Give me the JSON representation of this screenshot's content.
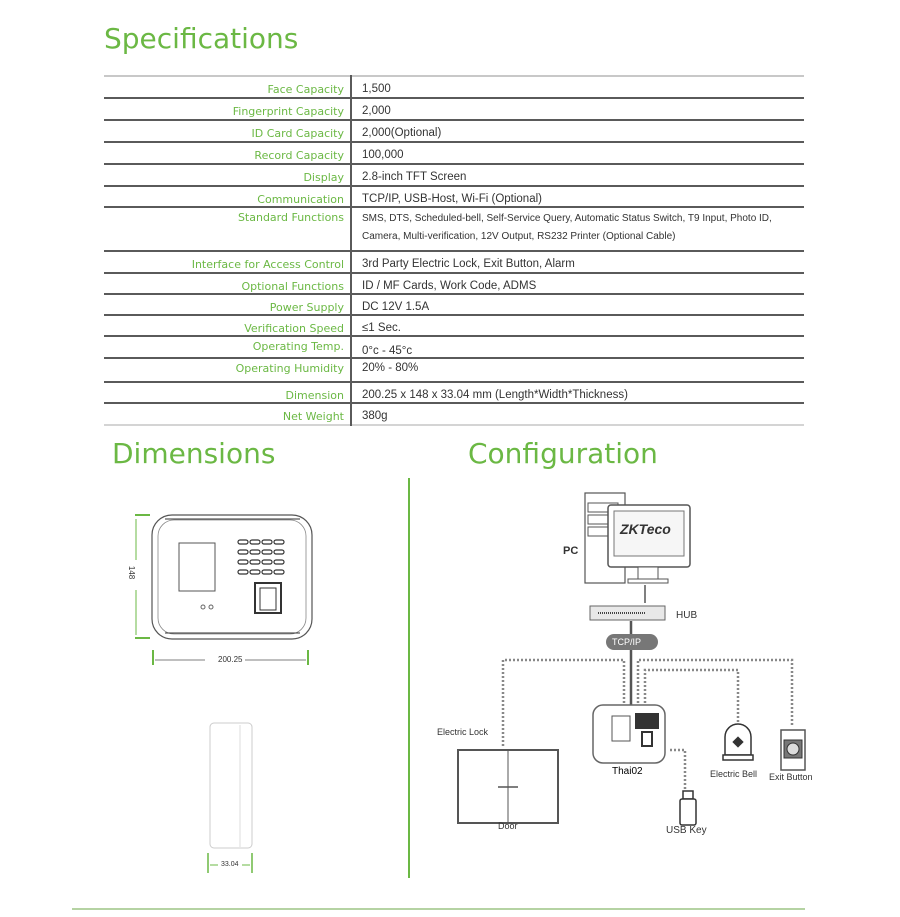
{
  "sections": {
    "specifications": "Specifications",
    "dimensions": "Dimensions",
    "configuration": "Configuration"
  },
  "specs": [
    {
      "label": "Face Capacity",
      "value": "1,500"
    },
    {
      "label": "Fingerprint Capacity",
      "value": "2,000"
    },
    {
      "label": "ID Card Capacity",
      "value": "2,000(Optional)"
    },
    {
      "label": "Record Capacity",
      "value": "100,000"
    },
    {
      "label": "Display",
      "value": "2.8-inch TFT Screen"
    },
    {
      "label": "Communication",
      "value": "TCP/IP, USB-Host, Wi-Fi (Optional)"
    },
    {
      "label": "Standard Functions",
      "value_line1": "SMS, DTS, Scheduled-bell, Self-Service Query, Automatic Status Switch, T9 Input, Photo ID,",
      "value_line2": "Camera, Multi-verification, 12V Output, RS232 Printer (Optional Cable)"
    },
    {
      "label": "Interface for Access Control",
      "value": "3rd Party Electric Lock, Exit Button, Alarm"
    },
    {
      "label": "Optional Functions",
      "value": "ID / MF Cards, Work Code, ADMS"
    },
    {
      "label": "Power Supply",
      "value": "DC 12V 1.5A"
    },
    {
      "label": "Verification Speed",
      "value": "≤1 Sec."
    },
    {
      "label": "Operating Temp.",
      "value": "0°c - 45°c"
    },
    {
      "label": "Operating Humidity",
      "value": "20% - 80%"
    },
    {
      "label": "Dimension",
      "value": "200.25 x 148 x 33.04 mm (Length*Width*Thickness)"
    },
    {
      "label": "Net Weight",
      "value": "380g"
    }
  ],
  "dimensions": {
    "height_label": "148",
    "width_label": "200.25",
    "thickness_label": "33.04"
  },
  "configuration": {
    "pc_label": "PC",
    "brand_logo": "ZKTeco",
    "hub_label": "HUB",
    "protocol_label": "TCP/IP",
    "device_label": "Thai02",
    "electric_lock_label": "Electric Lock",
    "door_label": "Door",
    "usb_label": "USB Key",
    "bell_label": "Electric Bell",
    "exit_label": "Exit Button"
  },
  "colors": {
    "accent": "#6bb844",
    "rule": "#5a5a5a"
  }
}
